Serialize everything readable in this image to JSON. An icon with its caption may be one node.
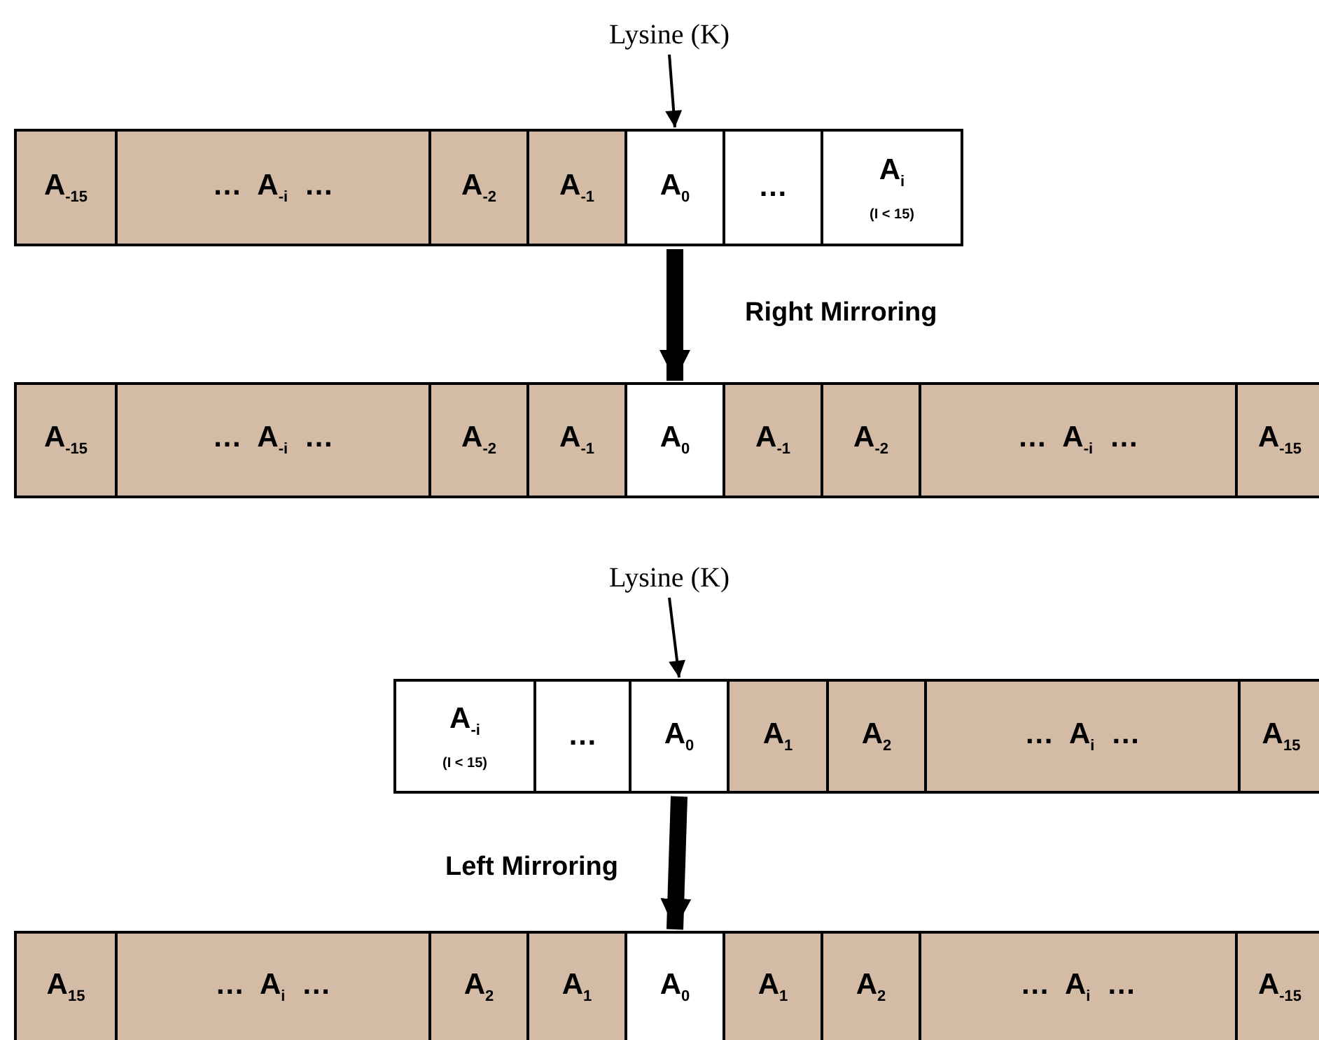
{
  "diagram": {
    "nodes": [
      {
        "text": [
          "Lysine (K)"
        ]
      },
      {
        "text": [
          "A$_{-15}$"
        ]
      },
      {
        "text": [
          "…  A$_{-i}$  …"
        ]
      },
      {
        "text": [
          "A$_{-2}$"
        ]
      },
      {
        "text": [
          "A$_{-1}$"
        ]
      },
      {
        "text": [
          "A$_{0}$"
        ]
      },
      {
        "text": [
          "…"
        ]
      },
      {
        "text": [
          "A$_{i}$",
          "(I < 15)"
        ]
      },
      {
        "text": [
          "A$_{-15}$"
        ]
      },
      {
        "text": [
          "…  A$_{-i}$  …"
        ]
      },
      {
        "text": [
          "A$_{-2}$"
        ]
      },
      {
        "text": [
          "A$_{-1}$"
        ]
      },
      {
        "text": [
          "A$_{0}$"
        ]
      },
      {
        "text": [
          "A$_{-1}$"
        ]
      },
      {
        "text": [
          "A$_{-2}$"
        ]
      },
      {
        "text": [
          "…  A$_{-i}$  …"
        ]
      },
      {
        "text": [
          "A$_{-15}$"
        ]
      },
      {
        "text": [
          "Lysine (K)"
        ]
      },
      {
        "text": [
          "A$_{-i}$",
          "(I < 15)"
        ]
      },
      {
        "text": [
          "…"
        ]
      },
      {
        "text": [
          "A$_{0}$"
        ]
      },
      {
        "text": [
          "A$_{1}$"
        ]
      },
      {
        "text": [
          "A$_{2}$"
        ]
      },
      {
        "text": [
          "…  A$_{i}$  …"
        ]
      },
      {
        "text": [
          "A$_{15}$"
        ]
      },
      {
        "text": [
          "A$_{15}$"
        ]
      },
      {
        "text": [
          "…  A$_{i}$  …"
        ]
      },
      {
        "text": [
          "A$_{2}$"
        ]
      },
      {
        "text": [
          "A$_{1}$"
        ]
      },
      {
        "text": [
          "A$_{0}$"
        ]
      },
      {
        "text": [
          "A$_{1}$"
        ]
      },
      {
        "text": [
          "A$_{2}$"
        ]
      },
      {
        "text": [
          "…  A$_{i}$  …"
        ]
      },
      {
        "text": [
          "A$_{-15}$"
        ]
      }
    ],
    "edges": [
      {
        "from": 0,
        "to": 5,
        "arrow": "to"
      },
      {
        "from": 5,
        "to": 12,
        "arrow": "to",
        "style": "thick",
        "label": "Right Mirroring"
      },
      {
        "from": 17,
        "to": 20,
        "arrow": "to"
      },
      {
        "from": 20,
        "to": 29,
        "arrow": "to",
        "style": "thick",
        "label": "Left Mirroring"
      }
    ]
  }
}
